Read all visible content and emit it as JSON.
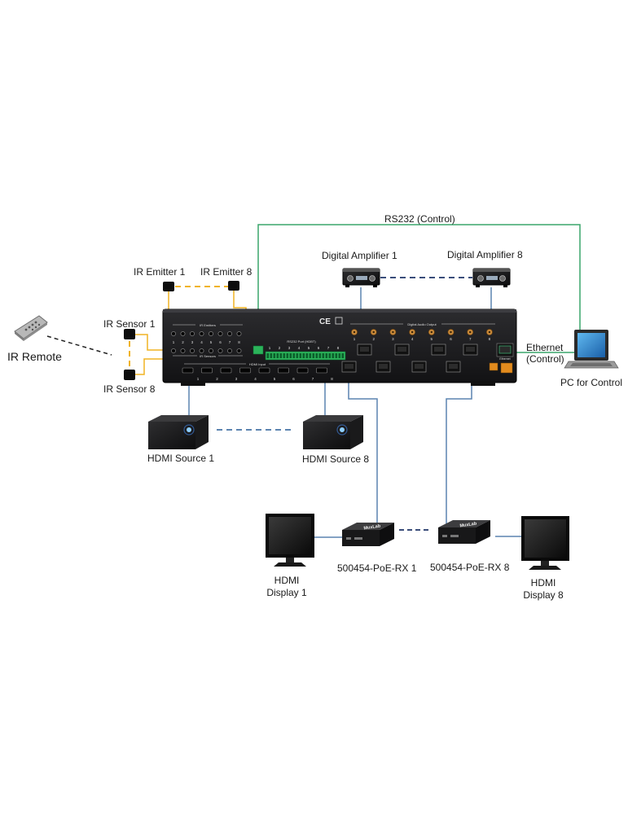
{
  "labels": {
    "rs232": "RS232 (Control)",
    "ir_emitter_1": "IR Emitter 1",
    "ir_emitter_8": "IR Emitter 8",
    "ir_sensor_1": "IR Sensor 1",
    "ir_sensor_8": "IR Sensor 8",
    "ir_remote": "IR Remote",
    "digital_amp_1": "Digital Amplifier 1",
    "digital_amp_8": "Digital Amplifier 8",
    "ethernet_line1": "Ethernet",
    "ethernet_line2": "(Control)",
    "pc_control": "PC for Control",
    "hdmi_source_1": "HDMI Source 1",
    "hdmi_source_8": "HDMI Source 8",
    "rx_1": "500454-PoE-RX 1",
    "rx_8": "500454-PoE-RX 8",
    "display_1_line1": "HDMI",
    "display_1_line2": "Display 1",
    "display_8_line1": "HDMI",
    "display_8_line2": "Display 8"
  },
  "device": {
    "ir_emitters_title": "IR Emitters",
    "ir_sensors_title": "IR Sensors",
    "rs232_title": "RS232 Port (HDBT)",
    "hdmi_input_title": "HDMI Input",
    "digital_audio_title": "Digital Audio Output",
    "ethernet_port": "Ethernet",
    "ce_mark": "CE",
    "rx_brand": "MuxLab",
    "port_numbers": [
      "1",
      "2",
      "3",
      "4",
      "5",
      "6",
      "7",
      "8"
    ]
  },
  "colors": {
    "ir_wire": "#f0b323",
    "control_wire": "#3aa56b",
    "cable_blue": "#5b84b1",
    "dashed_link": "#3a4d7a",
    "device_body": "#1b1b1d"
  }
}
